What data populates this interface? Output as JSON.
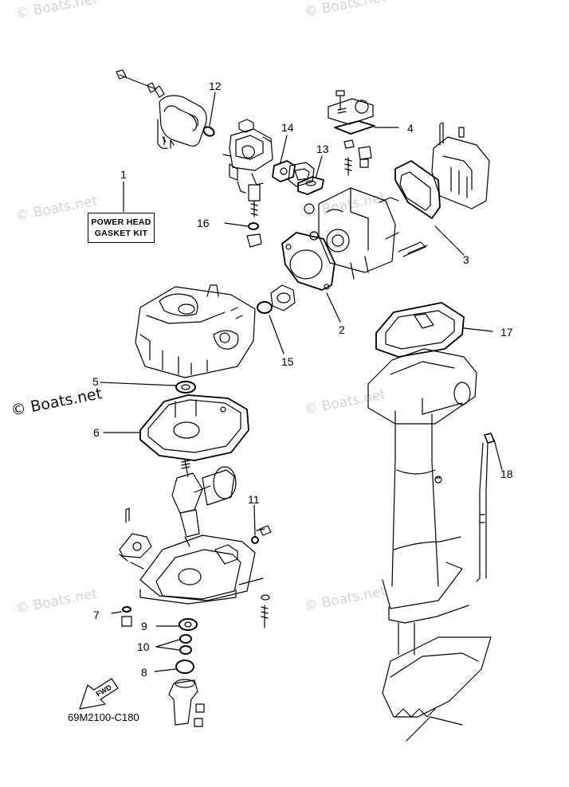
{
  "watermark": {
    "text": "© Boats.net"
  },
  "diagram": {
    "part_number": "69M2100-C180",
    "fwd_label": "FWD",
    "kit_label": {
      "line1": "POWER HEAD",
      "line2": "GASKET KIT"
    },
    "callouts": [
      {
        "number": "1",
        "part": "power-head-gasket-kit"
      },
      {
        "number": "2",
        "part": "head-gasket"
      },
      {
        "number": "3",
        "part": "exhaust-cover-gasket"
      },
      {
        "number": "4",
        "part": "cover-gasket"
      },
      {
        "number": "5",
        "part": "oil-seal"
      },
      {
        "number": "6",
        "part": "crankcase-gasket"
      },
      {
        "number": "7",
        "part": "gasket"
      },
      {
        "number": "8",
        "part": "o-ring"
      },
      {
        "number": "9",
        "part": "oil-seal"
      },
      {
        "number": "10",
        "part": "oil-seals"
      },
      {
        "number": "11",
        "part": "gasket"
      },
      {
        "number": "12",
        "part": "o-ring"
      },
      {
        "number": "13",
        "part": "gasket"
      },
      {
        "number": "14",
        "part": "gasket"
      },
      {
        "number": "15",
        "part": "o-ring"
      },
      {
        "number": "16",
        "part": "o-ring"
      },
      {
        "number": "17",
        "part": "upper-casing-gasket"
      },
      {
        "number": "18",
        "part": "grommet"
      }
    ]
  },
  "colors": {
    "line": "#000000",
    "watermark": "#d4d4d4",
    "background": "#ffffff"
  }
}
